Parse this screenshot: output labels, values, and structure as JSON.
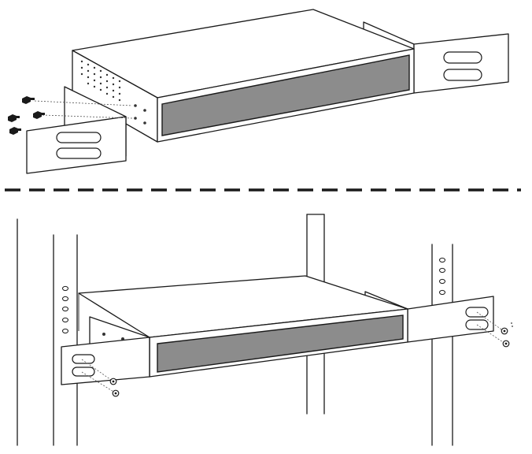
{
  "figure": {
    "steps": [
      {
        "id": "attach-brackets"
      },
      {
        "id": "mount-in-rack"
      }
    ],
    "separator_style": "dashed",
    "colors": {
      "line": "#1a1a1a",
      "front_panel": "#8c8c8c",
      "background": "#ffffff"
    }
  }
}
